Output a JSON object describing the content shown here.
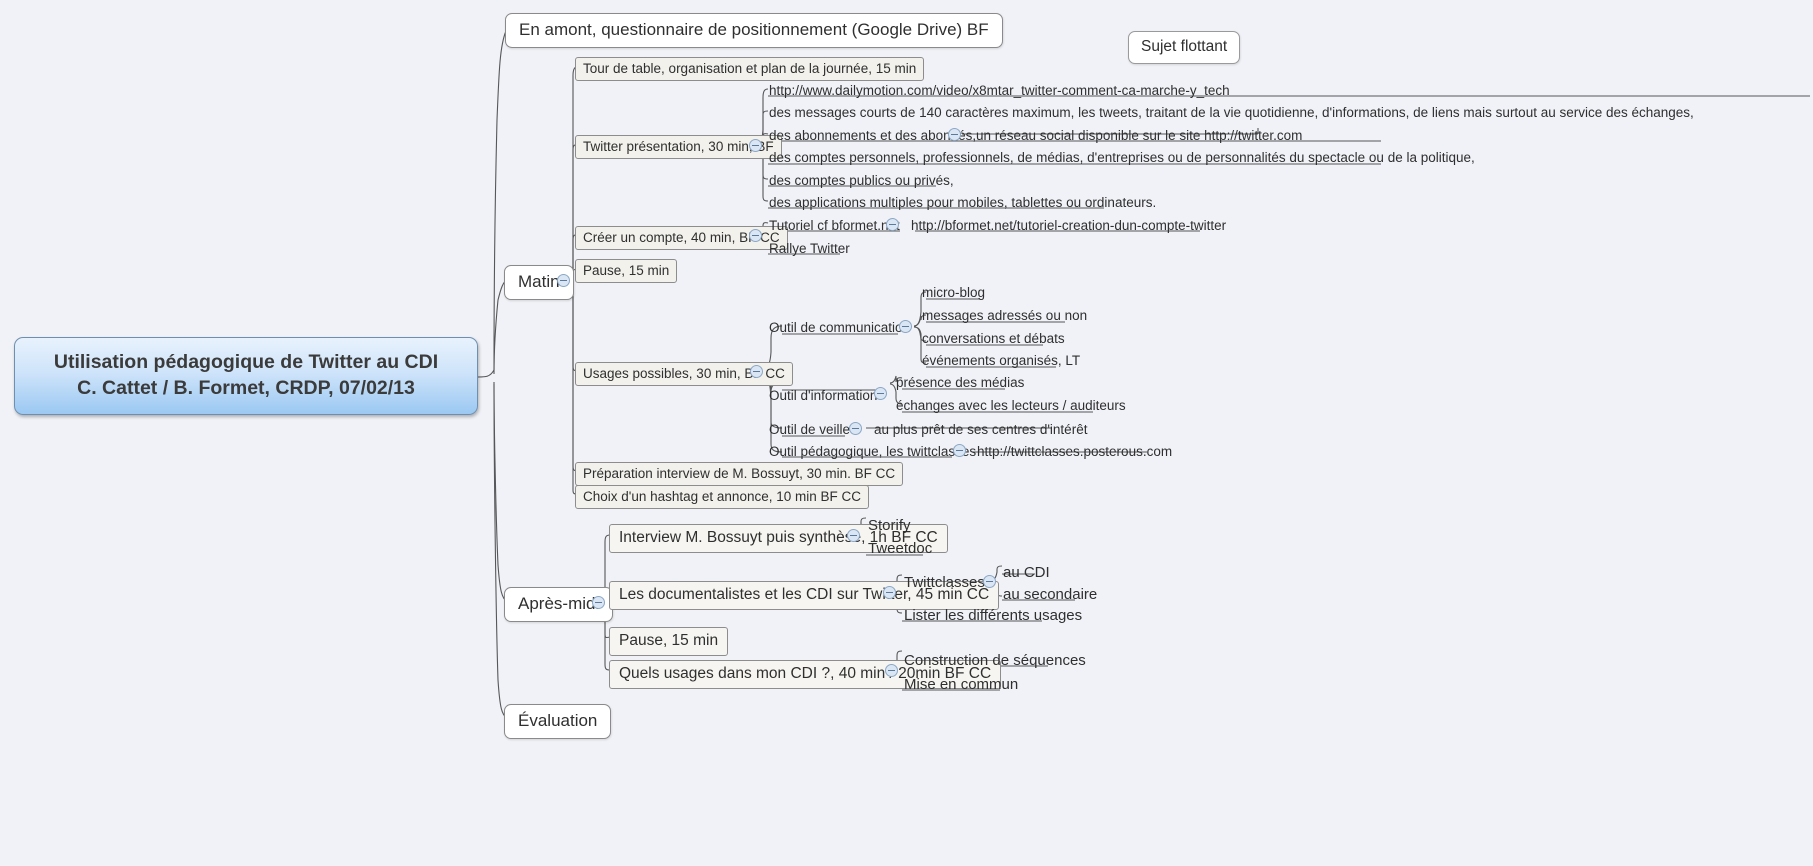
{
  "document": {
    "type": "mind-map",
    "background_color": "#f0f2f7",
    "central_line_1": "Utilisation pédagogique de Twitter au CDI",
    "central_line_2": "C. Cattet / B. Formet, CRDP, 07/02/13"
  },
  "floating_topic": {
    "label": "Sujet flottant"
  },
  "top_node": {
    "label": "En amont, questionnaire de positionnement (Google Drive) BF"
  },
  "branches": {
    "matin": {
      "label": "Matin",
      "children": {
        "tour_de_table": "Tour de table, organisation et plan de la journée, 15 min",
        "twitter_presentation": {
          "label": "Twitter présentation, 30 min, BF",
          "url_note": "http://www.dailymotion.com/video/x8mtar_twitter-comment-ca-marche-y_tech",
          "items": [
            "des messages courts de 140 caractères maximum, les tweets, traitant de la vie quotidienne, d'informations, de liens mais surtout au service des échanges,",
            "des abonnements et des abonnés,",
            "des comptes personnels, professionnels, de médias, d'entreprises ou de personnalités du spectacle ou de la politique,",
            "des comptes publics ou privés,",
            "des applications multiples pour mobiles, tablettes ou ordinateurs."
          ],
          "abonnes_note": "un réseau social disponible sur le site http://twitter.com"
        },
        "creer_un_compte": {
          "label": "Créer un compte, 40 min, BF CC",
          "items": [
            "Tutoriel cf bformet.net",
            "Rallye Twitter"
          ],
          "tutoriel_url": "http://bformet.net/tutoriel-creation-dun-compte-twitter"
        },
        "pause": "Pause, 15 min",
        "usages_possibles": {
          "label": "Usages possibles, 30 min, BF CC",
          "outil_communication": {
            "label": "Outil de communication",
            "items": [
              "micro-blog",
              "messages adressés ou non",
              "conversations et débats",
              "événements organisés, LT"
            ]
          },
          "outil_information": {
            "label": "Outil d'information",
            "items": [
              "présence des médias",
              "échanges avec les lecteurs / auditeurs"
            ]
          },
          "outil_veille": {
            "label": "Outil de veille",
            "note": "au plus prêt de ses centres d'intérêt"
          },
          "outil_pedagogique": {
            "label": "Outil pédagogique, les twittclasses",
            "note": "http://twittclasses.posterous.com"
          }
        },
        "preparation_interview": "Préparation interview de M. Bossuyt, 30 min. BF CC",
        "choix_hashtag": "Choix d'un hashtag et annonce, 10 min BF CC"
      }
    },
    "apres_midi": {
      "label": "Après-midi",
      "children": {
        "interview": {
          "label": "Interview M. Bossuyt puis synthèse, 1h BF CC",
          "items": [
            "Storify",
            "Tweetdoc"
          ]
        },
        "documentalistes": {
          "label": "Les documentalistes et les CDI sur Twitter, 45 min CC",
          "twittclasses": {
            "label": "Twittclasses",
            "items": [
              "au CDI",
              "au secondaire"
            ]
          },
          "lister": "Lister les différents usages"
        },
        "pause": "Pause, 15 min",
        "quels_usages": {
          "label": "Quels usages dans mon CDI ?, 40 min / 20min BF CC",
          "items": [
            "Construction de séquences",
            "Mise en commun"
          ]
        }
      }
    },
    "evaluation": {
      "label": "Évaluation"
    }
  }
}
